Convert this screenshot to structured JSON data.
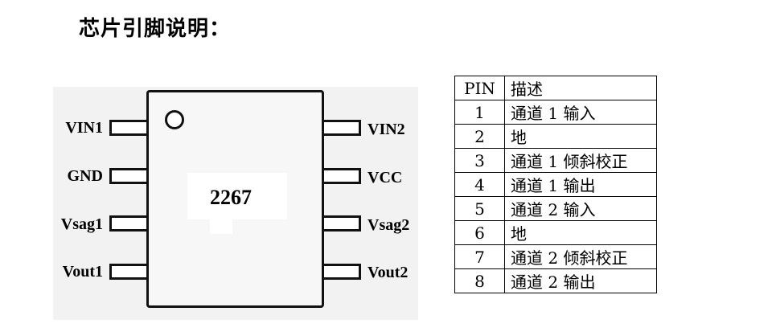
{
  "heading": "芯片引脚说明：",
  "chip": {
    "label": "2267",
    "left_pins": [
      "VIN1",
      "GND",
      "Vsag1",
      "Vout1"
    ],
    "right_pins": [
      "VIN2",
      "VCC",
      "Vsag2",
      "Vout2"
    ]
  },
  "table": {
    "headers": [
      "PIN",
      "描述"
    ],
    "rows": [
      {
        "pin": "1",
        "desc": "通道 1 输入"
      },
      {
        "pin": "2",
        "desc": "地"
      },
      {
        "pin": "3",
        "desc": "通道 1 倾斜校正"
      },
      {
        "pin": "4",
        "desc": "通道 1 输出"
      },
      {
        "pin": "5",
        "desc": "通道 2 输入"
      },
      {
        "pin": "6",
        "desc": "地"
      },
      {
        "pin": "7",
        "desc": "通道 2 倾斜校正"
      },
      {
        "pin": "8",
        "desc": "通道 2 输出"
      }
    ]
  }
}
